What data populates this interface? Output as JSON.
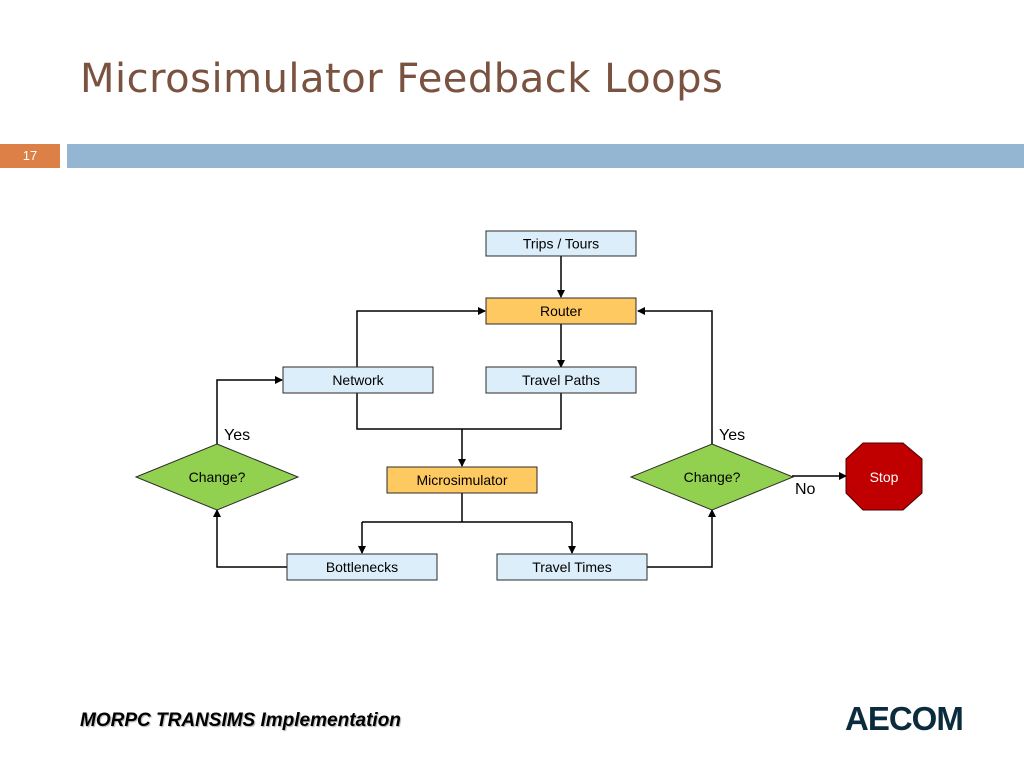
{
  "slide": {
    "title": "Microsimulator Feedback Loops",
    "number": "17",
    "footer": "MORPC TRANSIMS Implementation",
    "logo": "AECOM"
  },
  "colors": {
    "title": "#7a5240",
    "slide_number_bg": "#dd8047",
    "header_bar": "#94b6d2",
    "process_box": "#dbeefa",
    "highlight_box": "#ffc962",
    "decision": "#92d050",
    "stop": "#c00000"
  },
  "diagram": {
    "nodes": {
      "trips": "Trips / Tours",
      "router": "Router",
      "network": "Network",
      "travel_paths": "Travel Paths",
      "microsimulator": "Microsimulator",
      "change_left": "Change?",
      "change_right": "Change?",
      "stop": "Stop",
      "bottlenecks": "Bottlenecks",
      "travel_times": "Travel Times"
    },
    "edge_labels": {
      "yes_left": "Yes",
      "yes_right": "Yes",
      "no": "No"
    }
  }
}
